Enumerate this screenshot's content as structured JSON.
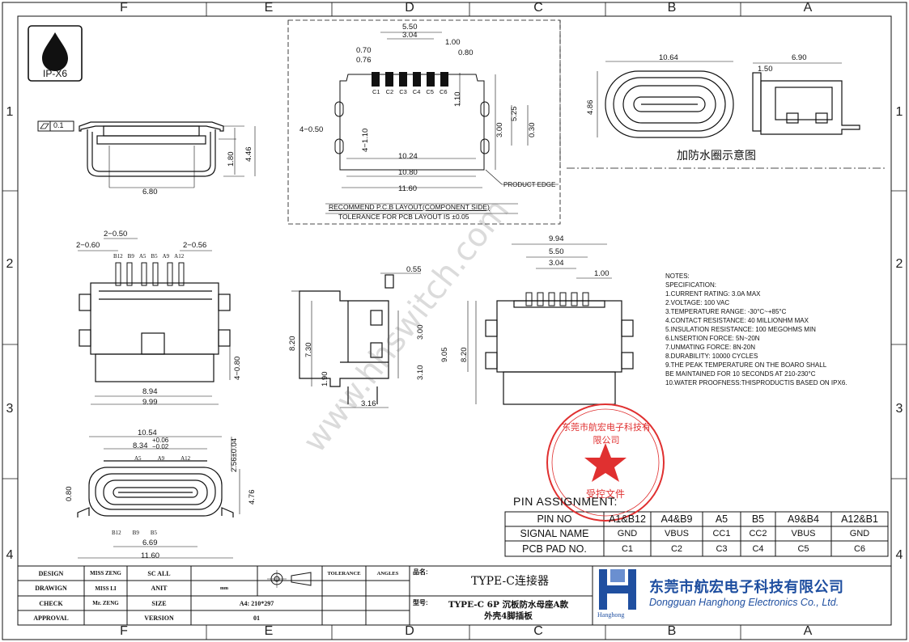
{
  "zones": {
    "top": [
      "F",
      "E",
      "D",
      "C",
      "B",
      "A"
    ],
    "bottom": [
      "F",
      "E",
      "D",
      "C",
      "B",
      "A"
    ],
    "left": [
      "1",
      "2",
      "3",
      "4"
    ],
    "right": [
      "1",
      "2",
      "3",
      "4"
    ]
  },
  "badge": {
    "label": "IP-X6"
  },
  "flatness": {
    "value": "0.1"
  },
  "watermark": {
    "text": "www.hhswitch.com"
  },
  "stamp": {
    "text": "东莞市航宏电子科技有限公司",
    "sub": "受控文件",
    "color": "#e03030"
  },
  "pcb_layout": {
    "title": "RECOMMEND P.C.B LAYOUT(COMPONENT SIDE)",
    "tolerance": "TOLERANCE FOR PCB LAYOUT IS ±0.05",
    "edge_label": "PRODUCT EDGE",
    "pads": [
      "C1",
      "C2",
      "C3",
      "C4",
      "C5",
      "C6"
    ],
    "dims": {
      "d550": "5.50",
      "d304": "3.04",
      "d100": "1.00",
      "d070": "0.70",
      "d080": "0.80",
      "d076": "0.76",
      "d110": "1.10",
      "d525": "5.25",
      "d300": "3.00",
      "d030": "0.30",
      "d4_050": "4−0.50",
      "d4_110": "4−1.10",
      "d1024": "10.24",
      "d1080": "10.80",
      "d1160": "11.60"
    }
  },
  "ring_view": {
    "caption": "加防水圈示意图",
    "dims": {
      "d1064": "10.64",
      "d486": "4.86",
      "d690": "6.90",
      "d150": "1.50"
    }
  },
  "front_top": {
    "dims": {
      "d680": "6.80",
      "d180": "1.80",
      "d446": "4.46"
    }
  },
  "bottom_view": {
    "pins": [
      "B12",
      "B9",
      "A5",
      "B5",
      "A9",
      "A12"
    ],
    "dims": {
      "d2_050": "2−0.50",
      "d2_060": "2−0.60",
      "d2_056": "2−0.56",
      "d894": "8.94",
      "d999": "9.99",
      "d4_080": "4−0.80"
    }
  },
  "side_view": {
    "dims": {
      "d055": "0.55",
      "d820": "8.20",
      "d730": "7.30",
      "d300": "3.00",
      "d310": "3.10",
      "d190": "1.90",
      "d316": "3.16"
    }
  },
  "rear_view": {
    "dims": {
      "d994": "9.94",
      "d550": "5.50",
      "d304": "3.04",
      "d100": "1.00",
      "d905": "9.05",
      "d820": "8.20"
    }
  },
  "front_bottom": {
    "top_pins": [
      "A5",
      "A9",
      "A12"
    ],
    "bottom_pins": [
      "B12",
      "B9",
      "B5"
    ],
    "dims": {
      "d1054": "10.54",
      "d834": "8.34",
      "tol_plus": "+0.06",
      "tol_minus": "−0.02",
      "d256": "2.56±0.04",
      "d080": "0.80",
      "d476": "4.76",
      "d669": "6.69",
      "d1160": "11.60"
    }
  },
  "notes": {
    "lines": [
      "NOTES:",
      "  SPECIFICATION:",
      "  1.CURRENT RATING: 3.0A MAX",
      "  2.VOLTAGE: 100 VAC",
      "  3.TEMPERATURE RANGE: -30°C~+85°C",
      "  4.CONTACT RESISTANCE: 40 MILLIONHM MAX",
      "  5.INSULATION RESISTANCE: 100 MEGOHMS MIN",
      "  6.LNSERTION FORCE: 5N~20N",
      "  7.UNMATING FORCE: 8N-20N",
      "  8.DURABILITY: 10000 CYCLES",
      "  9.THE PEAK TEMPERATURE ON THE BOARO SHALL",
      "      BE MAINTAINED FOR 10 SECONDS AT 210-230°C",
      "  10.WATER PROOFNESS:THISPRODUCTIS BASED ON IPX6."
    ]
  },
  "pin_assignment": {
    "title": "PIN ASSIGNMENT:",
    "rows": [
      [
        "PIN NO",
        "A1&B12",
        "A4&B9",
        "A5",
        "B5",
        "A9&B4",
        "A12&B1"
      ],
      [
        "SIGNAL NAME",
        "GND",
        "VBUS",
        "CC1",
        "CC2",
        "VBUS",
        "GND"
      ],
      [
        "PCB PAD NO.",
        "C1",
        "C2",
        "C3",
        "C4",
        "C5",
        "C6"
      ]
    ]
  },
  "title_block": {
    "rows": [
      [
        "DESIGN",
        "MISS ZENG",
        "SC ALL",
        ""
      ],
      [
        "DRAWIGN",
        "MISS LI",
        "ANIT",
        "mm"
      ],
      [
        "CHECK",
        "Mr. ZENG",
        "SIZE",
        "A4: 210*297"
      ],
      [
        "APPROVAL",
        "",
        "VERSION",
        "01"
      ]
    ],
    "tolerance_label": "TOLERANCE",
    "angles_label": "ANGLES",
    "name_label": "品名:",
    "name_value": "TYPE-C连接器",
    "model_label": "型号:",
    "model_value_1": "TYPE-C 6P 沉板防水母座A款",
    "model_value_2": "外壳4脚插板",
    "company_cn": "东莞市航宏电子科技有限公司",
    "company_en": "Dongguan Hanghong Electronics Co., Ltd.",
    "logo_text": "Hanghong",
    "logo_color": "#1f4fa0"
  }
}
